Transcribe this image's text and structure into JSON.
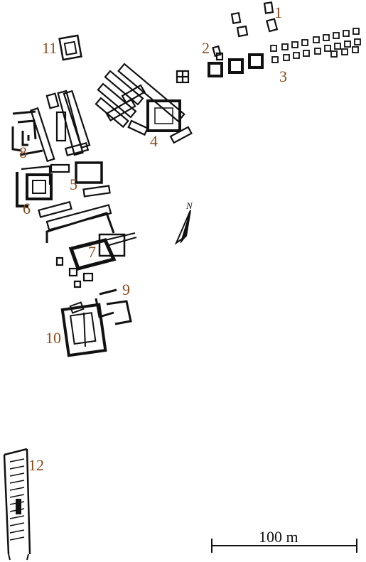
{
  "labels": {
    "l1": "1",
    "l2": "2",
    "l3": "3",
    "l4": "4",
    "l5": "5",
    "l6": "6",
    "l7": "7",
    "l8": "8",
    "l9": "9",
    "l10": "10",
    "l11": "11",
    "l12": "12"
  },
  "north_label": "N",
  "scale_bar": {
    "label": "100 m"
  },
  "colors": {
    "labels": "#8b4a1c",
    "ink": "#111111",
    "paper": "#ffffff"
  }
}
